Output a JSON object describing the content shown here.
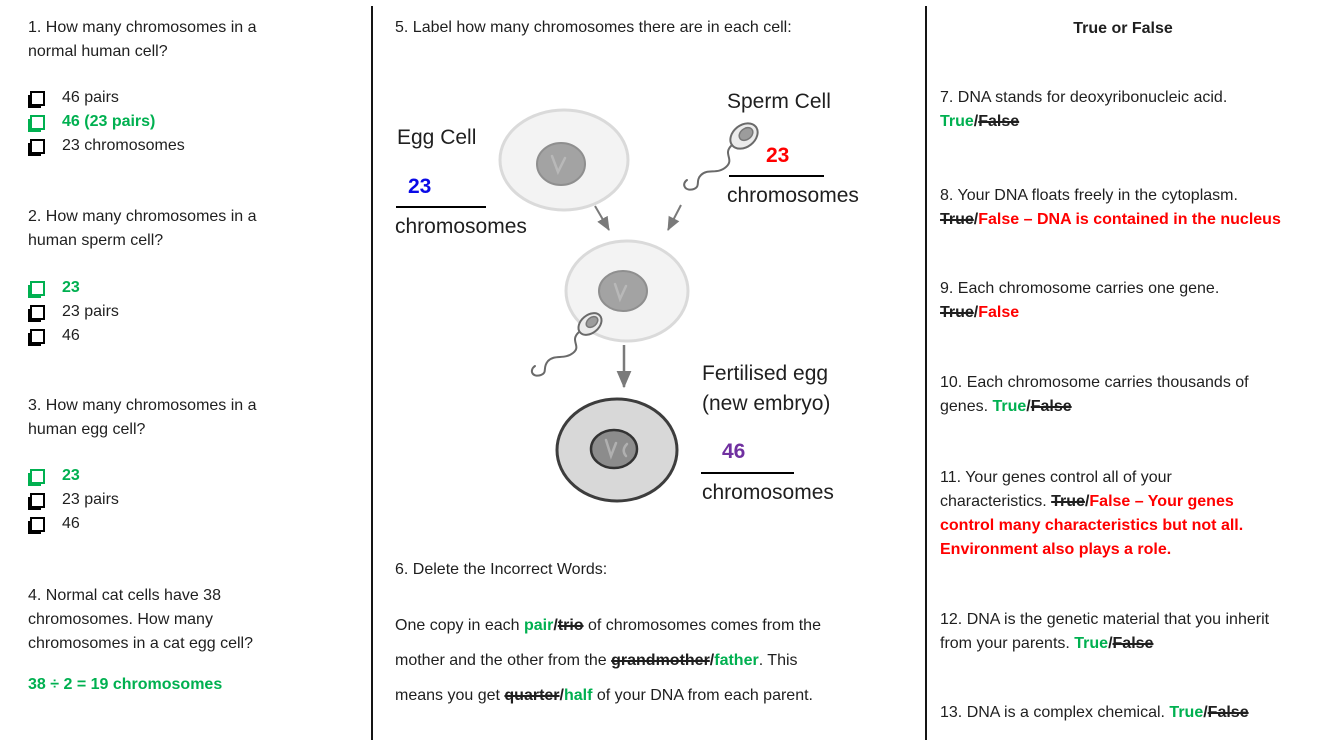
{
  "colors": {
    "green": "#00B050",
    "red": "#FF0000",
    "blue": "#0A0AE6",
    "purple": "#7030A0"
  },
  "left": {
    "q1": {
      "lines": [
        "1. How many chromosomes in a",
        "normal human cell?"
      ],
      "options": [
        {
          "label": "46 pairs",
          "correct": false
        },
        {
          "label": "46 (23 pairs)",
          "correct": true
        },
        {
          "label": "23 chromosomes",
          "correct": false
        }
      ]
    },
    "q2": {
      "lines": [
        "2. How many chromosomes in a",
        "human sperm cell?"
      ],
      "options": [
        {
          "label": "23",
          "correct": true
        },
        {
          "label": "23 pairs",
          "correct": false
        },
        {
          "label": "46",
          "correct": false
        }
      ]
    },
    "q3": {
      "lines": [
        "3. How many chromosomes in a",
        "human egg cell?"
      ],
      "options": [
        {
          "label": "23",
          "correct": true
        },
        {
          "label": "23 pairs",
          "correct": false
        },
        {
          "label": "46",
          "correct": false
        }
      ]
    },
    "q4": {
      "lines": [
        "4. Normal cat cells have 38",
        "chromosomes. How many",
        "chromosomes in a cat egg cell?"
      ],
      "answer": "38 ÷ 2 = 19 chromosomes"
    }
  },
  "middle": {
    "q5_title": "5. Label how many chromosomes there are in each cell:",
    "diagram": {
      "egg_label": "Egg Cell",
      "egg_answer": "23",
      "sperm_label": "Sperm Cell",
      "sperm_answer": "23",
      "fert_label_1": "Fertilised egg",
      "fert_label_2": "(new embryo)",
      "fert_answer": "46",
      "chromosomes": "chromosomes"
    },
    "q6_title": "6. Delete the Incorrect Words:",
    "q6_lines": [
      [
        {
          "t": "One copy in each ",
          "s": "plain"
        },
        {
          "t": "pair",
          "s": "gb"
        },
        {
          "t": "/",
          "s": "b"
        },
        {
          "t": "trio",
          "s": "sb"
        },
        {
          "t": " of chromosomes comes from the",
          "s": "plain"
        }
      ],
      [
        {
          "t": "mother and the other from the ",
          "s": "plain"
        },
        {
          "t": "grandmother",
          "s": "sb"
        },
        {
          "t": "/",
          "s": "b"
        },
        {
          "t": "father",
          "s": "gb"
        },
        {
          "t": ". This",
          "s": "plain"
        }
      ],
      [
        {
          "t": "means you get ",
          "s": "plain"
        },
        {
          "t": "quarter",
          "s": "sb"
        },
        {
          "t": "/",
          "s": "b"
        },
        {
          "t": "half",
          "s": "gb"
        },
        {
          "t": " of your DNA from each parent.",
          "s": "plain"
        }
      ]
    ]
  },
  "right": {
    "header": "True or False",
    "q7": {
      "lines": [
        [
          {
            "t": "7. DNA stands for deoxyribonucleic acid.",
            "s": "plain"
          }
        ],
        [
          {
            "t": "True",
            "s": "gb"
          },
          {
            "t": "/",
            "s": "b"
          },
          {
            "t": "False",
            "s": "sb"
          }
        ]
      ]
    },
    "q8": {
      "lines": [
        [
          {
            "t": "8. Your DNA floats freely in the cytoplasm.",
            "s": "plain"
          }
        ],
        [
          {
            "t": "True",
            "s": "sb"
          },
          {
            "t": "/",
            "s": "b"
          },
          {
            "t": "False – DNA is contained in the nucleus",
            "s": "rb"
          }
        ]
      ]
    },
    "q9": {
      "lines": [
        [
          {
            "t": "9. Each chromosome carries one gene.",
            "s": "plain"
          }
        ],
        [
          {
            "t": "True",
            "s": "sb"
          },
          {
            "t": "/",
            "s": "b"
          },
          {
            "t": "False",
            "s": "rb"
          }
        ]
      ]
    },
    "q10": {
      "lines": [
        [
          {
            "t": "10. Each chromosome carries thousands of",
            "s": "plain"
          }
        ],
        [
          {
            "t": "genes. ",
            "s": "plain"
          },
          {
            "t": "True",
            "s": "gb"
          },
          {
            "t": "/",
            "s": "b"
          },
          {
            "t": "False",
            "s": "sb"
          }
        ]
      ]
    },
    "q11": {
      "lines": [
        [
          {
            "t": "11. Your genes control all of your",
            "s": "plain"
          }
        ],
        [
          {
            "t": "characteristics. ",
            "s": "plain"
          },
          {
            "t": "True",
            "s": "sb"
          },
          {
            "t": "/",
            "s": "b"
          },
          {
            "t": "False – Your genes",
            "s": "rb"
          }
        ],
        [
          {
            "t": "control many characteristics but not all.",
            "s": "rb"
          }
        ],
        [
          {
            "t": "Environment also plays a role.",
            "s": "rb"
          }
        ]
      ]
    },
    "q12": {
      "lines": [
        [
          {
            "t": "12. DNA is the genetic material that you inherit",
            "s": "plain"
          }
        ],
        [
          {
            "t": "from your parents. ",
            "s": "plain"
          },
          {
            "t": "True",
            "s": "gb"
          },
          {
            "t": "/",
            "s": "b"
          },
          {
            "t": "False",
            "s": "sb"
          }
        ]
      ]
    },
    "q13": {
      "lines": [
        [
          {
            "t": "13. DNA is a complex chemical. ",
            "s": "plain"
          },
          {
            "t": "True",
            "s": "gb"
          },
          {
            "t": "/",
            "s": "b"
          },
          {
            "t": "False",
            "s": "sb"
          }
        ]
      ]
    }
  }
}
